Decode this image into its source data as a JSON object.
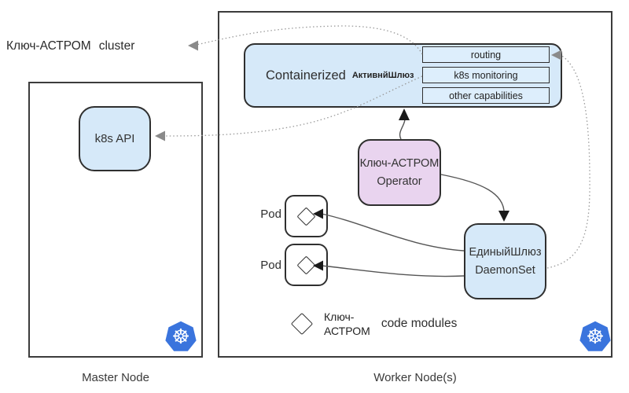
{
  "diagram": {
    "cluster_label": {
      "product": "Ключ-АСТРОМ",
      "text": "cluster"
    },
    "master_node": {
      "label": "Master Node",
      "k8s_api_label": "k8s API"
    },
    "worker_node": {
      "label": "Worker Node(s)",
      "containerized": {
        "title": "Containerized",
        "subtitle": "АктивнйШлюз",
        "capabilities": [
          "routing",
          "k8s monitoring",
          "other capabilities"
        ]
      },
      "operator": {
        "line1": "Ключ-АСТРОМ",
        "line2": "Operator"
      },
      "daemonset": {
        "line1": "ЕдиныйШлюз",
        "line2": "DaemonSet"
      },
      "pods": [
        {
          "label": "Pod"
        },
        {
          "label": "Pod"
        }
      ],
      "legend": {
        "term_line1": "Ключ-",
        "term_line2": "АСТРОМ",
        "description": "code modules"
      }
    },
    "icons": {
      "kubernetes_wheel": "☸",
      "module_marker": "diamond"
    },
    "colors": {
      "box_light_blue": "#d6e9f9",
      "box_lighter_blue": "#ddeefc",
      "operator_pink": "#e9d4ef",
      "border_dark": "#2f2f2f",
      "kubernetes_blue": "#3a74dd",
      "dotted_line": "#9a9a9a",
      "solid_line": "#555555"
    }
  }
}
